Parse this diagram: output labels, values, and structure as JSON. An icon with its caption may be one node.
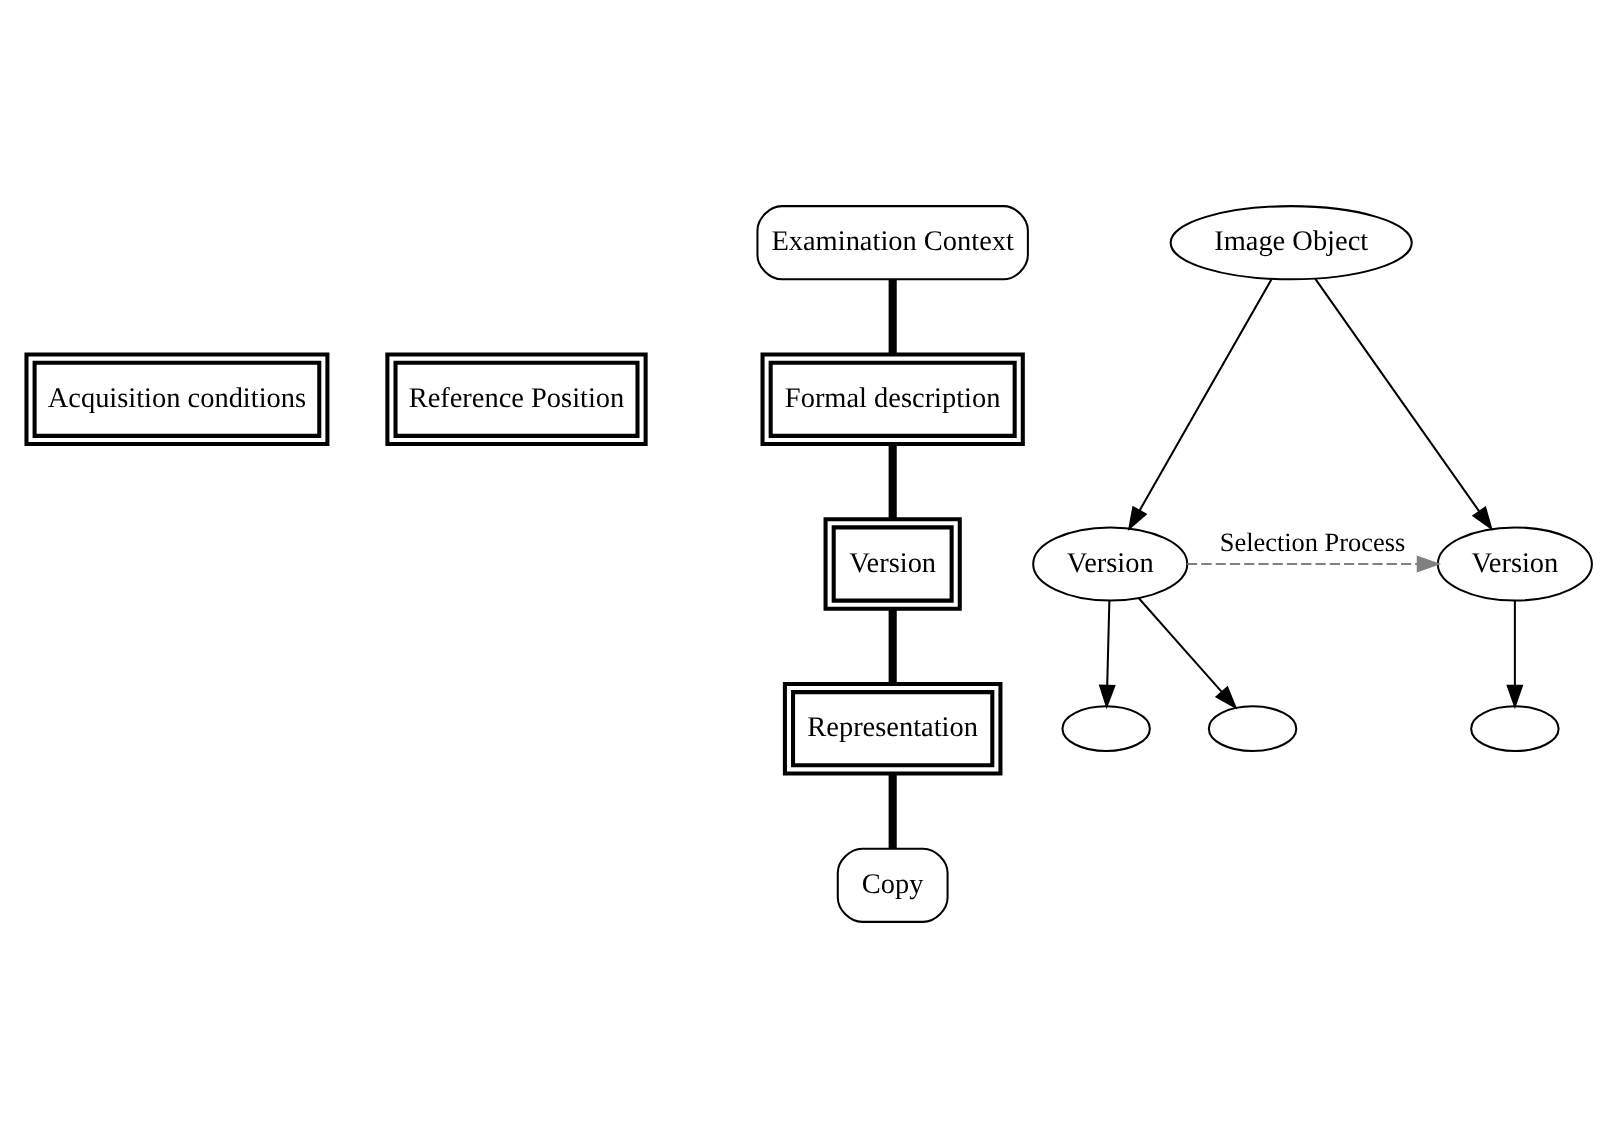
{
  "diagram": {
    "nodes": [
      {
        "text": [
          "Examination Context"
        ]
      },
      {
        "text": [
          "Acquisition conditions"
        ]
      },
      {
        "text": [
          "Reference Position"
        ]
      },
      {
        "text": [
          "Formal description"
        ]
      },
      {
        "text": [
          "Version"
        ]
      },
      {
        "text": [
          "Representation"
        ]
      },
      {
        "text": [
          "Copy"
        ]
      },
      {
        "text": [
          "Image Object"
        ]
      },
      {
        "text": [
          "Version"
        ]
      },
      {
        "text": [
          "Version"
        ]
      },
      {
        "text": [],
        "shape": "ellipse"
      },
      {
        "text": [],
        "shape": "ellipse"
      },
      {
        "text": [],
        "shape": "ellipse"
      }
    ],
    "edges": [
      {
        "from": 0,
        "to": 3,
        "arrow": "none",
        "style": "thick"
      },
      {
        "from": 3,
        "to": 4,
        "arrow": "none",
        "style": "thick"
      },
      {
        "from": 4,
        "to": 5,
        "arrow": "none",
        "style": "thick"
      },
      {
        "from": 5,
        "to": 6,
        "arrow": "none",
        "style": "thick"
      },
      {
        "from": 7,
        "to": 8,
        "arrow": "to"
      },
      {
        "from": 7,
        "to": 9,
        "arrow": "to"
      },
      {
        "from": 8,
        "to": 9,
        "arrow": "to",
        "label": "Selection Process",
        "style": "dashed",
        "color": "#808080"
      },
      {
        "from": 8,
        "to": 10,
        "arrow": "to"
      },
      {
        "from": 8,
        "to": 11,
        "arrow": "to"
      },
      {
        "from": 9,
        "to": 12,
        "arrow": "to"
      }
    ]
  }
}
